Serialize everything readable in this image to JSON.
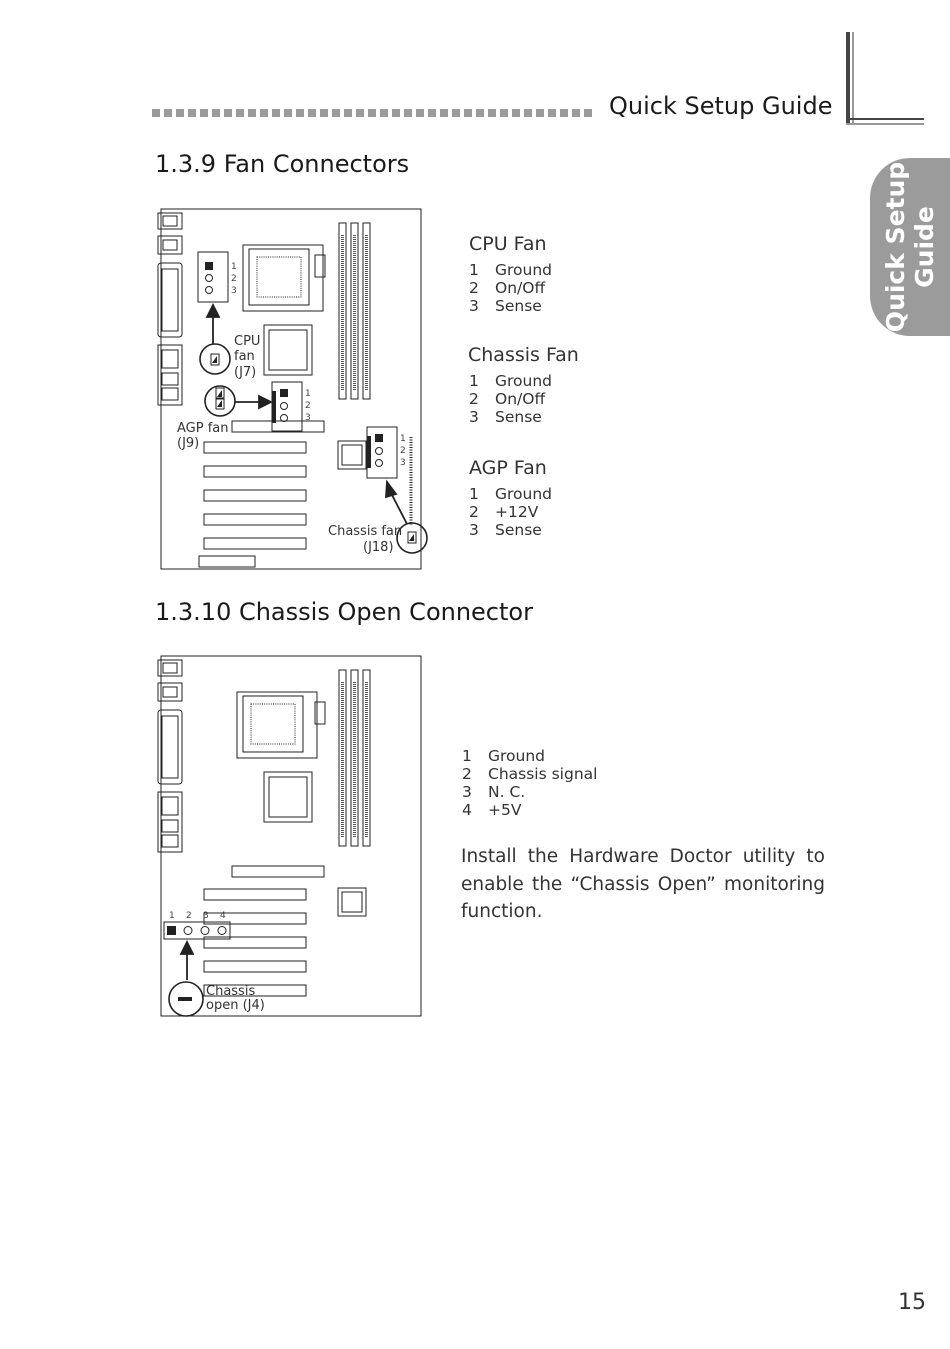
{
  "header": {
    "title": "Quick Setup Guide"
  },
  "side_tab": {
    "line1": "Quick Setup",
    "line2": "Guide"
  },
  "section_fan": {
    "title": "1.3.9  Fan Connectors",
    "diagram": {
      "cpu_label_1": "CPU",
      "cpu_label_2": "fan",
      "cpu_label_3": "(J7)",
      "agp_label_1": "AGP fan",
      "agp_label_2": "(J9)",
      "chassis_label_1": "Chassis fan",
      "chassis_label_2": "(J18)",
      "pin1": "1",
      "pin2": "2",
      "pin3": "3"
    },
    "groups": [
      {
        "title": "CPU Fan",
        "pins": [
          {
            "n": "1",
            "label": "Ground"
          },
          {
            "n": "2",
            "label": "On/Off"
          },
          {
            "n": "3",
            "label": "Sense"
          }
        ]
      },
      {
        "title": "Chassis Fan",
        "pins": [
          {
            "n": "1",
            "label": "Ground"
          },
          {
            "n": "2",
            "label": "On/Off"
          },
          {
            "n": "3",
            "label": "Sense"
          }
        ]
      },
      {
        "title": "AGP Fan",
        "pins": [
          {
            "n": "1",
            "label": "Ground"
          },
          {
            "n": "2",
            "label": "+12V"
          },
          {
            "n": "3",
            "label": "Sense"
          }
        ]
      }
    ]
  },
  "section_chassis": {
    "title": "1.3.10  Chassis Open Connector",
    "diagram": {
      "pin1": "1",
      "pin2": "2",
      "pin3": "3",
      "pin4": "4",
      "label_1": "Chassis",
      "label_2": "open (J4)"
    },
    "pins": [
      {
        "n": "1",
        "label": "Ground"
      },
      {
        "n": "2",
        "label": "Chassis  signal"
      },
      {
        "n": "3",
        "label": "N. C."
      },
      {
        "n": "4",
        "label": "+5V"
      }
    ],
    "paragraph": "Install the Hardware Doctor utility to enable the “Chassis Open” monitoring function."
  },
  "page_number": "15"
}
